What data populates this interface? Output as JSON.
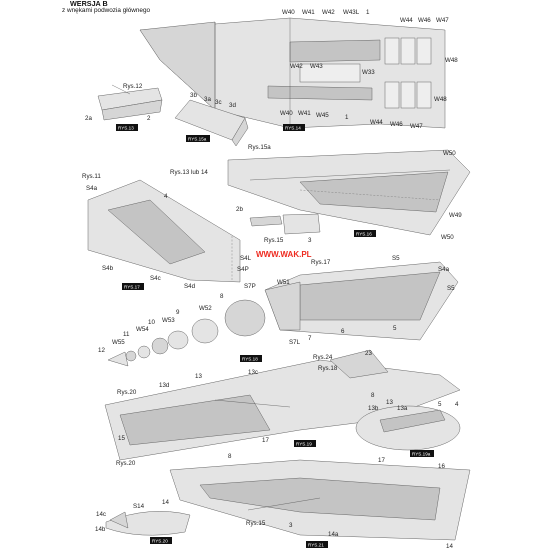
{
  "header": {
    "title": "WERSJA B",
    "subtitle": "z wnękami podwozia głównego"
  },
  "watermark": "WWW.WAK.PL",
  "accent_color": "#ee2b20",
  "labels": {
    "w40a": "W40",
    "w41a": "W41",
    "w42a": "W42",
    "w43la": "W43L",
    "one_a": "1",
    "w44a": "W44",
    "w46a": "W46",
    "w47a": "W47",
    "w48a": "W48",
    "w42b": "W42",
    "w43b": "W43",
    "w33": "W33",
    "w48b": "W48",
    "w40b": "W40",
    "w41b": "W41",
    "w45": "W45",
    "one_b": "1",
    "w44b": "W44",
    "w46b": "W46",
    "w47b": "W47",
    "rys12": "Rys.12",
    "p2a": "2a",
    "p2": "2",
    "p3b": "3b",
    "p3a": "3a",
    "p3c": "3c",
    "p3d": "3d",
    "rys15a": "Rys.15a",
    "rys13lub14": "Rys.13 lub 14",
    "w50a": "W50",
    "w49": "W49",
    "w50b": "W50",
    "p2b": "2b",
    "rys15": "Rys.15",
    "p3": "3",
    "rys11": "Rys.11",
    "s4a_l": "S4a",
    "p4": "4",
    "s4b": "S4b",
    "s4c": "S4c",
    "s4d": "S4d",
    "s4l": "S4L",
    "s4p": "S4P",
    "rys17": "Rys.17",
    "s5a": "S5",
    "s4a_r": "S4a",
    "s5b": "S5",
    "s7p": "S7P",
    "w51": "W51",
    "p8": "8",
    "w52": "W52",
    "p9": "9",
    "w53": "W53",
    "p10": "10",
    "w54": "W54",
    "p11": "11",
    "w55": "W55",
    "p12": "12",
    "s7l": "S7L",
    "p7": "7",
    "p6": "6",
    "p5": "5",
    "rys24": "Rys.24",
    "rys18": "Rys.18",
    "p23": "23",
    "p13": "13",
    "p13c": "13c",
    "rys20a": "Rys.20",
    "p13d": "13d",
    "p8b": "8",
    "p15": "15",
    "p17a": "17",
    "rys20b": "Rys.20",
    "p13b": "13b",
    "p13a": "13a",
    "p5b": "5",
    "p4b": "4",
    "p17b": "17",
    "p16": "16",
    "p8c": "8",
    "p14a": "14",
    "s14": "S14",
    "p14c": "14c",
    "p14b": "14b",
    "rys15b": "Rys.15",
    "p3b2": "3",
    "p14a2": "14a",
    "p14bottom": "14"
  },
  "figure_tags": {
    "rys13": "RYS.13",
    "rys15a": "RYS.15a",
    "rys14": "RYS.14",
    "rys16": "RYS.16",
    "rys17": "RYS.17",
    "rys18": "RYS.18",
    "rys19": "RYS.19",
    "rys19a": "RYS.19a",
    "rys20": "RYS.20",
    "rys21": "RYS.21"
  }
}
